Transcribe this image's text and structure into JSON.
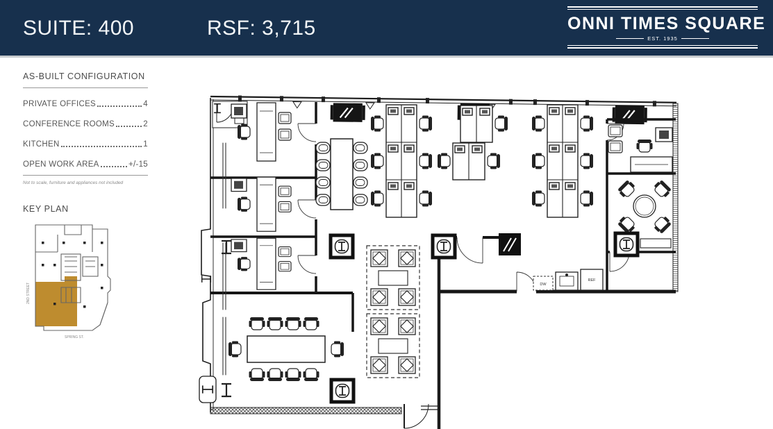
{
  "header": {
    "suite_label": "SUITE: 400",
    "rsf_label": "RSF: 3,715",
    "bg_color": "#17304D",
    "logo": {
      "title": "ONNI TIMES SQUARE",
      "subtitle": "EST. 1935"
    }
  },
  "sidebar": {
    "config_title": "AS-BUILT CONFIGURATION",
    "items": [
      {
        "label": "PRIVATE OFFICES",
        "value": "4"
      },
      {
        "label": "CONFERENCE ROOMS",
        "value": "2"
      },
      {
        "label": "KITCHEN",
        "value": "1"
      },
      {
        "label": "OPEN WORK AREA",
        "value": "+/-15"
      }
    ],
    "note": "Not to scale, furniture and appliances not included",
    "key_plan_title": "KEY PLAN",
    "key_plan": {
      "street_left": "2ND STREET",
      "street_bottom": "SPRING ST.",
      "highlight_color": "#BE8C2F"
    }
  },
  "floor_plan": {
    "line_color": "#222222",
    "labels": {
      "dw": "DW",
      "ref": "REF"
    }
  }
}
